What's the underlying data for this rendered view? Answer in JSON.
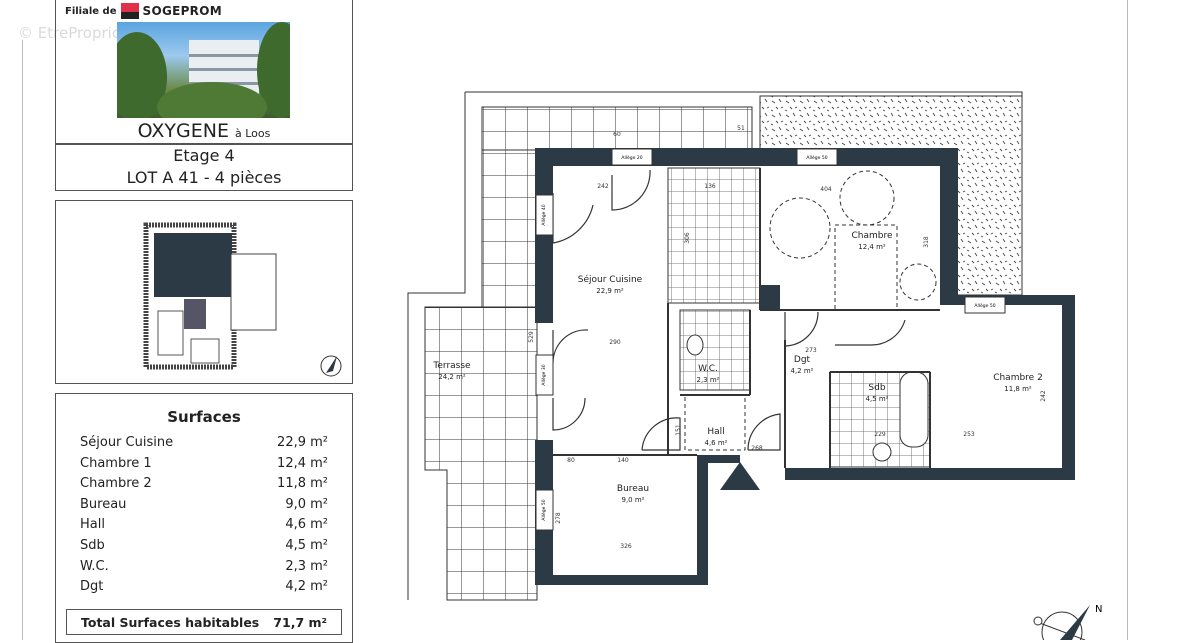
{
  "header": {
    "brand_prefix": "Filiale de",
    "brand_name": "SOGEPROM",
    "watermark": "© EtreProprio.com",
    "project": "OXYGENE",
    "city": "à Loos",
    "floor": "Etage 4",
    "lot": "LOT A 41 - 4 pièces"
  },
  "surfaces": {
    "title": "Surfaces",
    "rows": [
      {
        "label": "Séjour Cuisine",
        "value": "22,9 m²"
      },
      {
        "label": "Chambre 1",
        "value": "12,4 m²"
      },
      {
        "label": "Chambre 2",
        "value": "11,8 m²"
      },
      {
        "label": "Bureau",
        "value": "9,0 m²"
      },
      {
        "label": "Hall",
        "value": "4,6 m²"
      },
      {
        "label": "Sdb",
        "value": "4,5 m²"
      },
      {
        "label": "W.C.",
        "value": "2,3 m²"
      },
      {
        "label": "Dgt",
        "value": "4,2 m²"
      }
    ],
    "total_label": "Total Surfaces habitables",
    "total_value": "71,7 m²"
  },
  "plan": {
    "rooms": [
      {
        "name": "Séjour Cuisine",
        "area": "22,9 m²"
      },
      {
        "name": "Terrasse",
        "area": "24,2 m²"
      },
      {
        "name": "Chambre",
        "area": "12,4 m²"
      },
      {
        "name": "W.C.",
        "area": "2,3 m²"
      },
      {
        "name": "Dgt",
        "area": "4,2 m²"
      },
      {
        "name": "Sdb",
        "area": "4,5 m²"
      },
      {
        "name": "Chambre 2",
        "area": "11,8 m²"
      },
      {
        "name": "Hall",
        "area": "4,6 m²"
      },
      {
        "name": "Bureau",
        "area": "9,0 m²"
      }
    ],
    "windows": [
      "Allège 20",
      "Allège 50",
      "Allège 40",
      "Allège 50",
      "Allège 30",
      "Allège 50"
    ],
    "dimensions": [
      "60",
      "51",
      "242",
      "136",
      "306",
      "404",
      "318",
      "273",
      "229",
      "253",
      "242",
      "268",
      "80",
      "140",
      "326",
      "151",
      "278",
      "529",
      "290"
    ],
    "compass_letter": "N",
    "wall_color": "#2b3a44"
  }
}
